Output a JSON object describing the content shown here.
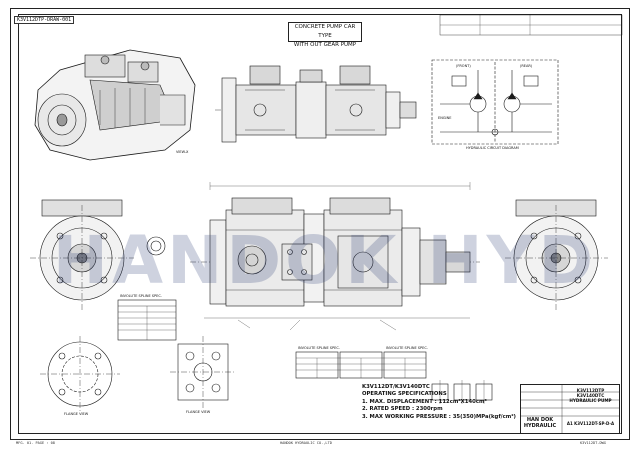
{
  "drawing": {
    "corner_code": "K3V112DTP-DRAW-001",
    "title_line1": "CONCRETE PUMP CAR TYPE",
    "title_line2": "WITH OUT GEAR PUMP",
    "watermark": "HANDOK HYD",
    "view_label": "VIEW-X",
    "engine_label": "ENGINE",
    "front_label": "(FRONT)",
    "rear_label": "(REAR)",
    "schematic_caption": "HYDRAULIC CIRCUIT DIAGRAM",
    "involute_spline_1": "INVOLUTE SPLINE SPEC.",
    "involute_spline_2": "INVOLUTE SPLINE SPEC.",
    "involute_spline_3": "INVOLUTE SPLINE SPEC.",
    "flange_caption_1": "FLANGE VIEW",
    "flange_caption_2": "FLANGE VIEW"
  },
  "specs": {
    "model": "K3V112DT/K3V140DTC",
    "heading": "OPERATING SPECIFICATIONS",
    "line1": "1. MAX. DISPLACEMENT : 112cm³X140cm³",
    "line2": "2. RATED SPEED : 2300rpm",
    "line3": "3. MAX WORKING PRESSURE : 35(350)MPa(kgf/cm²)"
  },
  "title_block": {
    "company_line1": "HAN DOK",
    "company_line2": "HYDRAULIC",
    "model_line1": "K3V112DTP",
    "model_line2": "K3V140DTC",
    "model_line3": "HYDRAULIC PUMP",
    "dwg_no": "A1 K3V112DT-SP-D-A"
  },
  "footer": {
    "left": "MFG. 01. PAGE : 08",
    "center": "HANDOK HYDRAULIC CO.,LTD",
    "right": "K3V112DT-DWG"
  },
  "colors": {
    "line": "#1a1a1a",
    "watermark": "#1e326e"
  }
}
